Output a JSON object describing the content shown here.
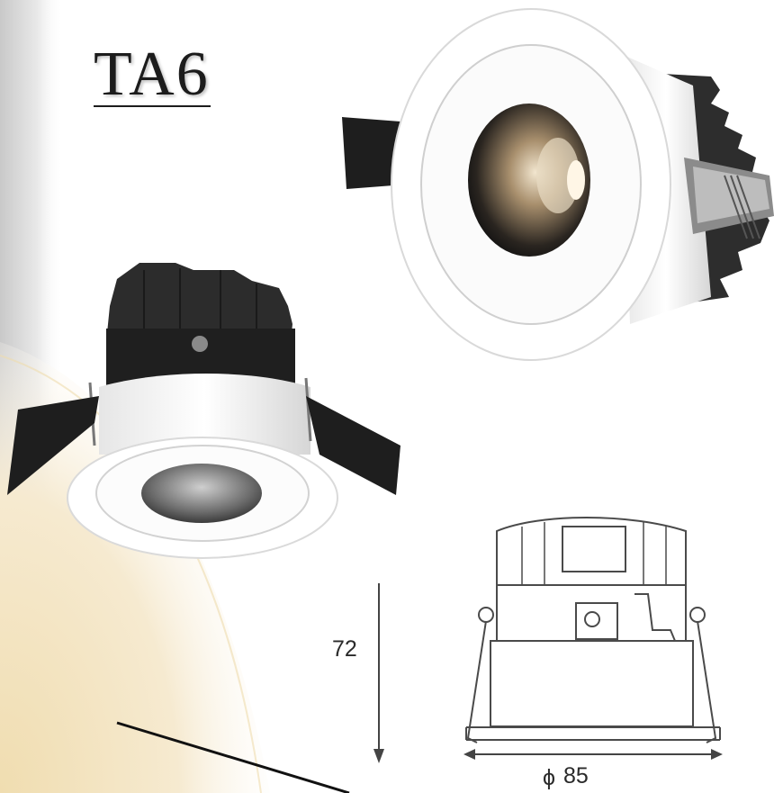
{
  "product": {
    "model": "TA6"
  },
  "dimensions": {
    "height": "72",
    "diameter_symbol": "ϕ",
    "diameter": "85"
  },
  "colors": {
    "housing_white": "#f4f4f4",
    "heatsink_black": "#2b2b2b",
    "beam_warm": "#f3e4c0",
    "line_gray": "#4a4a4a"
  }
}
